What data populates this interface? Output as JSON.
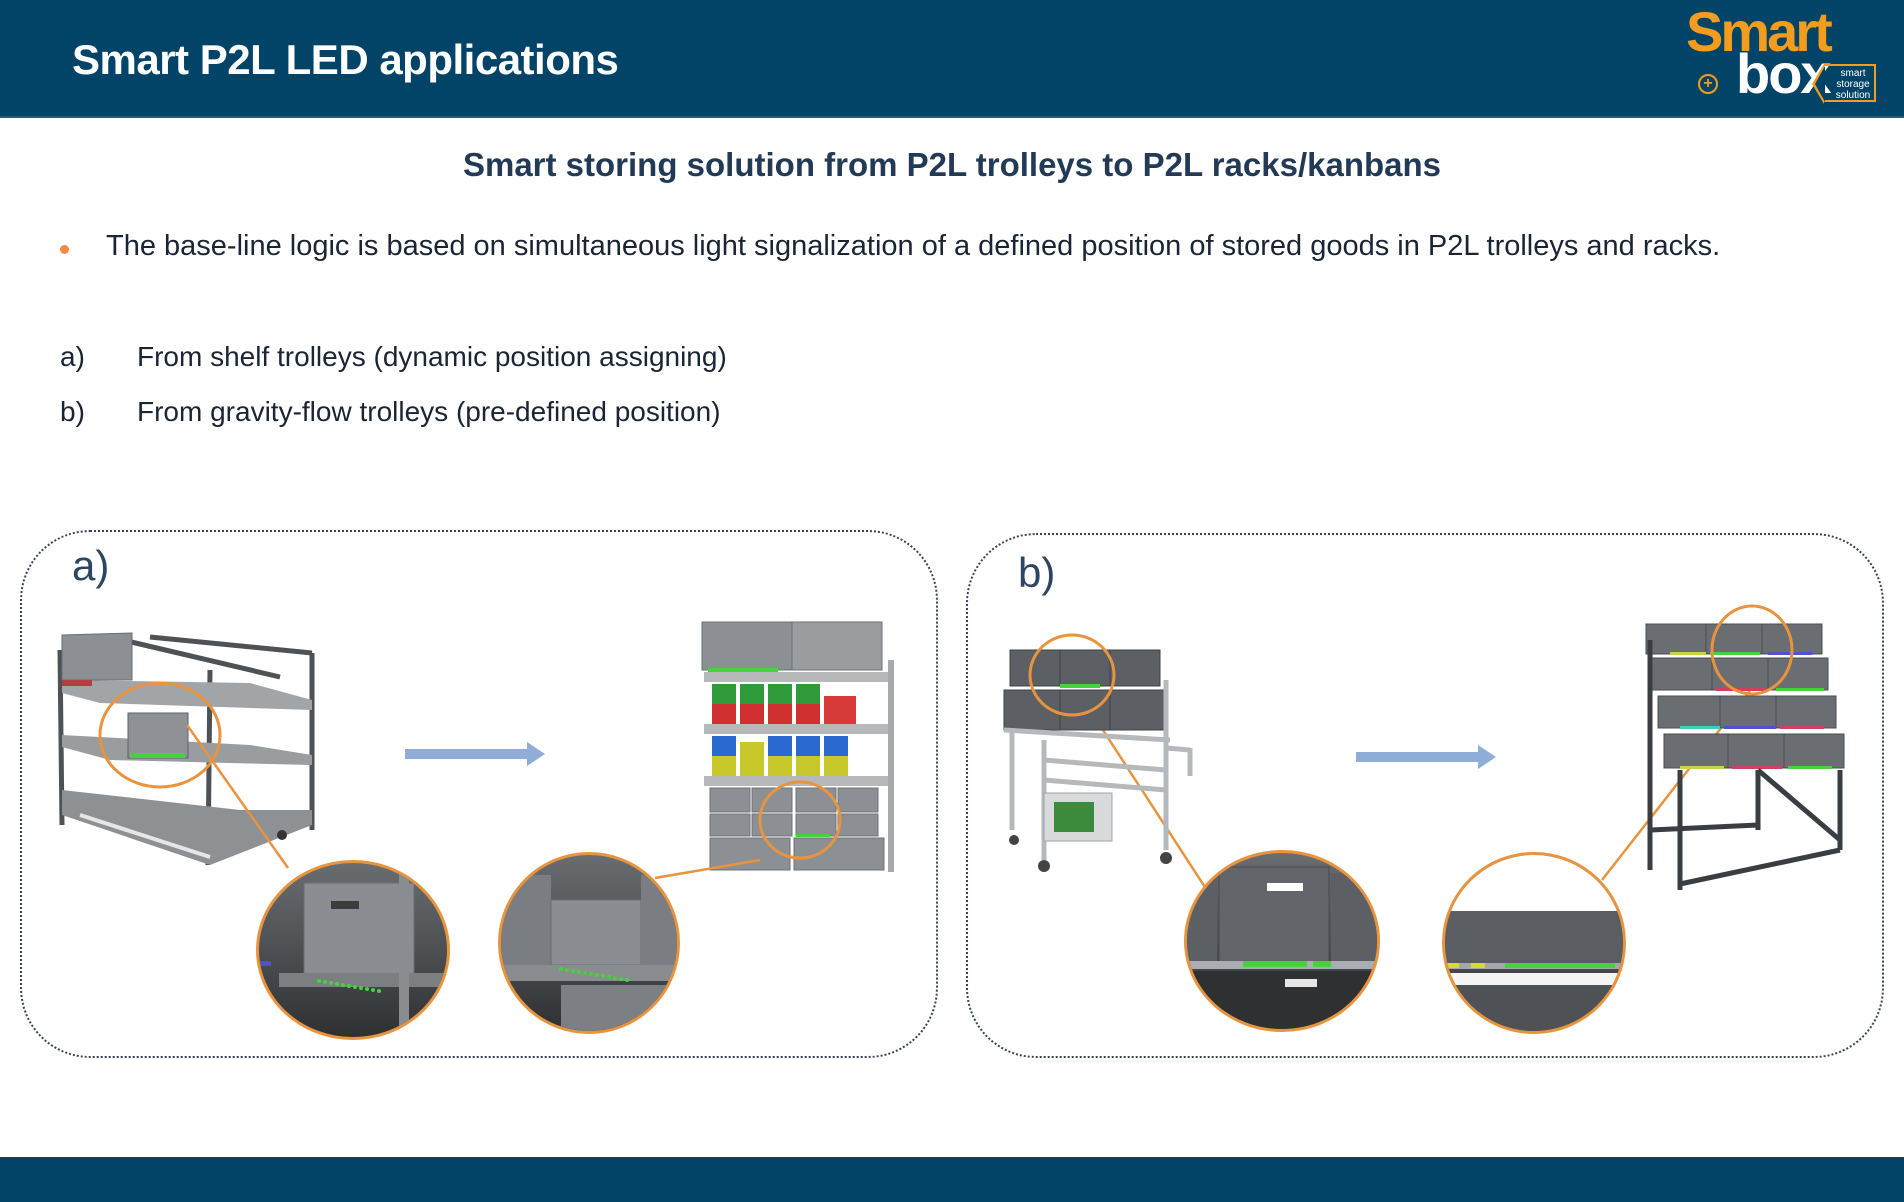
{
  "header": {
    "title": "Smart P2L LED applications",
    "background_color": "#024468",
    "logo": {
      "word1": "Smart",
      "word2": "box",
      "tagline_lines": [
        "smart",
        "storage",
        "solution"
      ],
      "symbol": "+",
      "accent_color": "#f39c1d"
    }
  },
  "subtitle": "Smart storing solution from P2L trolleys to P2L racks/kanbans",
  "bullet": {
    "text": "The base-line logic is based on simultaneous light signalization of a defined position of stored goods in P2L trolleys and racks.",
    "dot_color": "#ef8c4a"
  },
  "list": [
    {
      "label": "a)",
      "text": "From shelf trolleys (dynamic position assigning)"
    },
    {
      "label": "b)",
      "text": "From gravity-flow trolleys (pre-defined position)"
    }
  ],
  "panels": [
    {
      "label": "a)",
      "from_image": "shelf-trolley-illustration",
      "to_image": "kanban-rack-illustration",
      "arrow": "right-arrow",
      "zoom_details": [
        "trolley-shelf-led-detail",
        "rack-shelf-led-detail"
      ]
    },
    {
      "label": "b)",
      "from_image": "gravity-flow-trolley-illustration",
      "to_image": "gravity-flow-rack-illustration",
      "arrow": "right-arrow",
      "zoom_details": [
        "trolley-rail-led-detail",
        "rack-rail-led-detail"
      ]
    }
  ],
  "colors": {
    "highlight_circle": "#e8943f",
    "arrow": "#8fadd6",
    "led_green": "#46d23c"
  }
}
